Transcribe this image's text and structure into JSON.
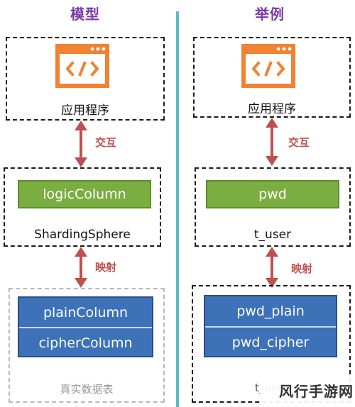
{
  "left": {
    "header": "模型",
    "app_label": "应用程序",
    "interaction_label": "交互",
    "middleware": {
      "column": "logicColumn",
      "name": "ShardingSphere"
    },
    "mapping_label": "映射",
    "storage": {
      "columns": [
        "plainColumn",
        "cipherColumn"
      ],
      "table_label": "真实数据表"
    }
  },
  "right": {
    "header": "举例",
    "app_label": "应用程序",
    "interaction_label": "交互",
    "middleware": {
      "column": "pwd",
      "name": "t_user"
    },
    "mapping_label": "映射",
    "storage": {
      "columns": [
        "pwd_plain",
        "pwd_cipher"
      ],
      "table_label": "t_user"
    }
  },
  "watermark": {
    "text": "风行手游网"
  },
  "colors": {
    "header": "#7b3aa6",
    "divider": "#5cb8c8",
    "app_icon": "#f08232",
    "arrow": "#c0504d",
    "logic_box": "#7bae41",
    "storage_box": "#3d72b8"
  },
  "icons": [
    "code-window-icon",
    "double-arrow-icon"
  ]
}
